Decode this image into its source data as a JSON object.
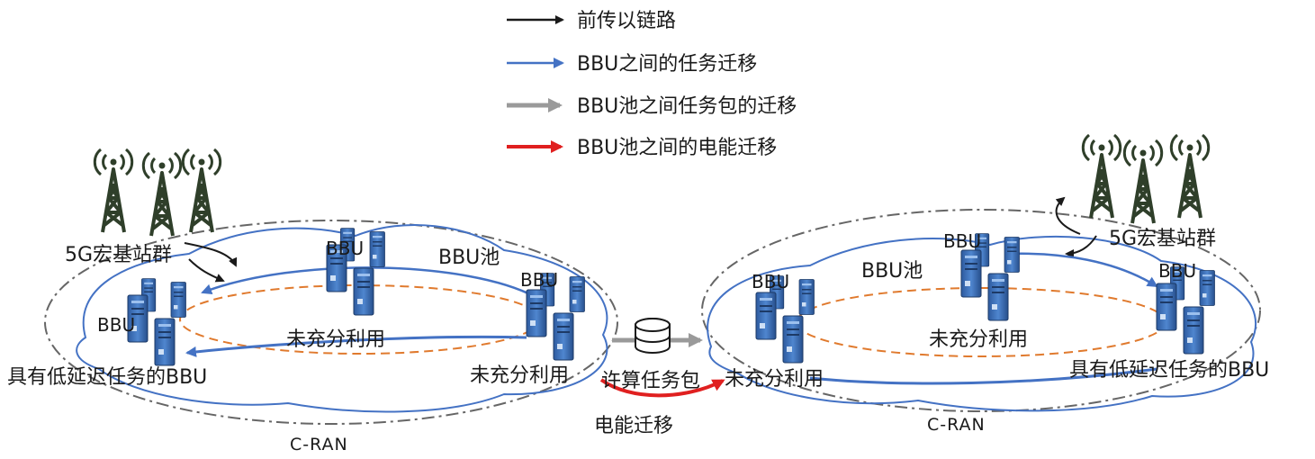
{
  "legend": {
    "items": [
      {
        "key": "fronthaul",
        "label": "前传以链路",
        "color": "#1a1a1a"
      },
      {
        "key": "bbu_task",
        "label": "BBU之间的任务迁移",
        "color": "#4472c4"
      },
      {
        "key": "pool_task",
        "label": "BBU池之间任务包的迁移",
        "color": "#9a9a9a"
      },
      {
        "key": "energy",
        "label": "BBU池之间的电能迁移",
        "color": "#e02020"
      }
    ]
  },
  "left_region": {
    "cran_label": "C-RAN",
    "pool_label": "BBU池",
    "macro_cluster_label": "5G宏基站群",
    "bbu_labels": {
      "top": "BBU",
      "right": "BBU",
      "left": "BBU"
    },
    "status_labels": {
      "top": "未充分利用",
      "right": "未充分利用",
      "left": "具有低延迟任务的BBU"
    }
  },
  "right_region": {
    "cran_label": "C-RAN",
    "pool_label": "BBU池",
    "macro_cluster_label": "5G宏基站群",
    "bbu_labels": {
      "left": "BBU",
      "top": "BBU",
      "right": "BBU"
    },
    "status_labels": {
      "left": "未充分利用",
      "top": "未充分利用",
      "right": "具有低延迟任务的BBU"
    }
  },
  "middle": {
    "task_package_label": "许算任务包",
    "energy_label": "电能迁移"
  },
  "colors": {
    "blue": "#4472c4",
    "orange": "#e07a2e",
    "gray": "#9a9a9a",
    "red": "#e02020",
    "dash": "#666666",
    "tower": "#2f3f2a",
    "server": "#3e6fb8"
  }
}
